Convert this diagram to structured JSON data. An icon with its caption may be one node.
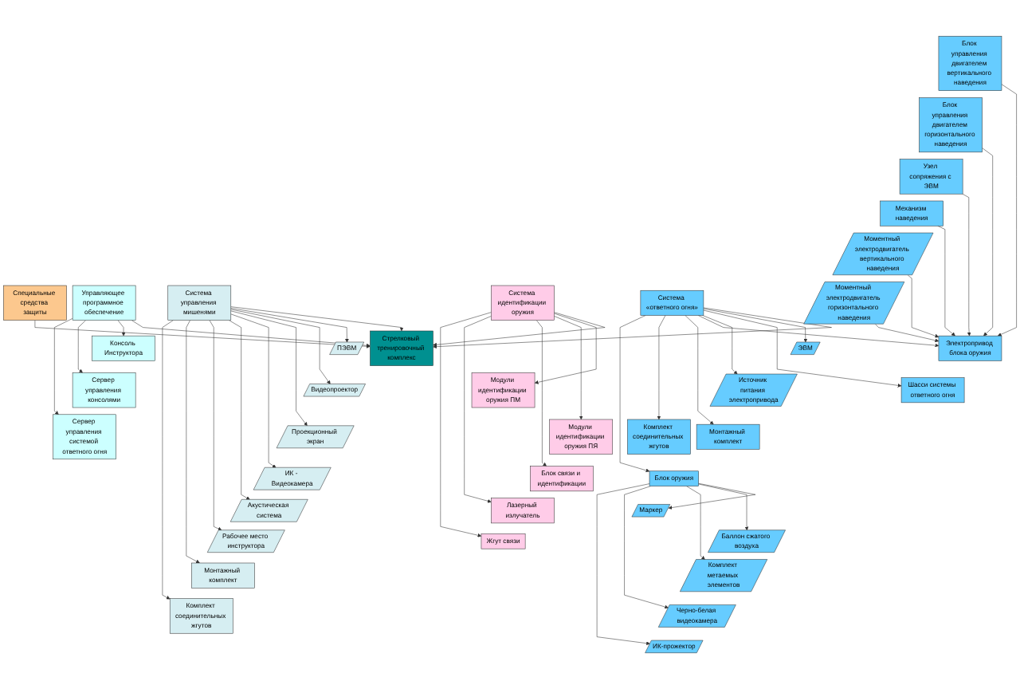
{
  "diagram": {
    "nodes": [
      {
        "text": [
          "Специальные средства защиты"
        ]
      },
      {
        "text": [
          "Стрелковый тренировочный комплекс"
        ]
      },
      {
        "text": [
          "Управляющее программное обеспечение"
        ]
      },
      {
        "text": [
          "Консоль Инструктора"
        ]
      },
      {
        "text": [
          "Сервер управления консолями"
        ]
      },
      {
        "text": [
          "Сервер управления системой ответного огня"
        ]
      },
      {
        "text": [
          "Система управления мишенями"
        ]
      },
      {
        "text": [
          "Система идентификации оружия"
        ]
      },
      {
        "text": [
          "Система «ответного огня»"
        ]
      },
      {
        "text": [
          "ПЭВМ"
        ]
      },
      {
        "text": [
          "Видеопроектор"
        ]
      },
      {
        "text": [
          "Проекционный экран"
        ]
      },
      {
        "text": [
          "ИК - Видеокамера"
        ]
      },
      {
        "text": [
          "Акустическая система"
        ]
      },
      {
        "text": [
          "Рабочее место инструктора"
        ]
      },
      {
        "text": [
          "Монтажный комплект"
        ]
      },
      {
        "text": [
          "Комплект соединительных жгутов"
        ]
      },
      {
        "text": [
          "Модули идентификации оружия ПМ"
        ]
      },
      {
        "text": [
          "Модули идентификации оружия ПЯ"
        ]
      },
      {
        "text": [
          "Блок связи и идентификации"
        ]
      },
      {
        "text": [
          "Лазерный излучатель"
        ]
      },
      {
        "text": [
          "Жгут связи"
        ]
      },
      {
        "text": [
          "ЭВМ"
        ]
      },
      {
        "text": [
          "Шасси системы ответного огня"
        ]
      },
      {
        "text": [
          "Источник питания электропривода"
        ]
      },
      {
        "text": [
          "Электропривод блока оружия"
        ]
      },
      {
        "text": [
          "Монтажный комплект"
        ]
      },
      {
        "text": [
          "Комплект соединительных жгутов"
        ]
      },
      {
        "text": [
          "Блок оружия"
        ]
      },
      {
        "text": [
          "Маркер"
        ]
      },
      {
        "text": [
          "Баллон сжатого воздуха"
        ]
      },
      {
        "text": [
          "Комплект метаемых элементов"
        ]
      },
      {
        "text": [
          "Черно-белая видеокамера"
        ]
      },
      {
        "text": [
          "ИК-прожектор"
        ]
      },
      {
        "text": [
          "Моментный электродвигатель вертикального наведения"
        ]
      },
      {
        "text": [
          "Моментный электродвигатель горизонтального наведения"
        ]
      },
      {
        "text": [
          "Блок управления двигателем вертикального наведения"
        ]
      },
      {
        "text": [
          "Блок управления двигателем горизонтального наведения"
        ]
      },
      {
        "text": [
          "Узел сопряжения с ЭВМ"
        ]
      },
      {
        "text": [
          "Механизм наведения"
        ]
      }
    ],
    "edges": [
      {
        "from": 0,
        "to": 1,
        "arrow": "to"
      },
      {
        "from": 2,
        "to": 1,
        "arrow": "to"
      },
      {
        "from": 6,
        "to": 1,
        "arrow": "to"
      },
      {
        "from": 7,
        "to": 1,
        "arrow": "to"
      },
      {
        "from": 8,
        "to": 1,
        "arrow": "to"
      },
      {
        "from": 2,
        "to": 3,
        "arrow": "to"
      },
      {
        "from": 2,
        "to": 4,
        "arrow": "to"
      },
      {
        "from": 2,
        "to": 5,
        "arrow": "to"
      },
      {
        "from": 6,
        "to": 9,
        "arrow": "to"
      },
      {
        "from": 6,
        "to": 10,
        "arrow": "to"
      },
      {
        "from": 6,
        "to": 11,
        "arrow": "to"
      },
      {
        "from": 6,
        "to": 12,
        "arrow": "to"
      },
      {
        "from": 6,
        "to": 13,
        "arrow": "to"
      },
      {
        "from": 6,
        "to": 14,
        "arrow": "to"
      },
      {
        "from": 6,
        "to": 15,
        "arrow": "to"
      },
      {
        "from": 6,
        "to": 16,
        "arrow": "to"
      },
      {
        "from": 7,
        "to": 17,
        "arrow": "to"
      },
      {
        "from": 7,
        "to": 18,
        "arrow": "to"
      },
      {
        "from": 7,
        "to": 19,
        "arrow": "to"
      },
      {
        "from": 7,
        "to": 20,
        "arrow": "to"
      },
      {
        "from": 7,
        "to": 21,
        "arrow": "to"
      },
      {
        "from": 8,
        "to": 22,
        "arrow": "to"
      },
      {
        "from": 8,
        "to": 23,
        "arrow": "to"
      },
      {
        "from": 8,
        "to": 24,
        "arrow": "to"
      },
      {
        "from": 8,
        "to": 25,
        "arrow": "to"
      },
      {
        "from": 8,
        "to": 26,
        "arrow": "to"
      },
      {
        "from": 8,
        "to": 27,
        "arrow": "to"
      },
      {
        "from": 8,
        "to": 28,
        "arrow": "to"
      },
      {
        "from": 28,
        "to": 29,
        "arrow": "to"
      },
      {
        "from": 28,
        "to": 30,
        "arrow": "to"
      },
      {
        "from": 28,
        "to": 31,
        "arrow": "to"
      },
      {
        "from": 28,
        "to": 32,
        "arrow": "to"
      },
      {
        "from": 28,
        "to": 33,
        "arrow": "to"
      },
      {
        "from": 36,
        "to": 25,
        "arrow": "to"
      },
      {
        "from": 37,
        "to": 25,
        "arrow": "to"
      },
      {
        "from": 38,
        "to": 25,
        "arrow": "to"
      },
      {
        "from": 39,
        "to": 25,
        "arrow": "to"
      },
      {
        "from": 34,
        "to": 25,
        "arrow": "to"
      },
      {
        "from": 35,
        "to": 25,
        "arrow": "to"
      }
    ]
  }
}
